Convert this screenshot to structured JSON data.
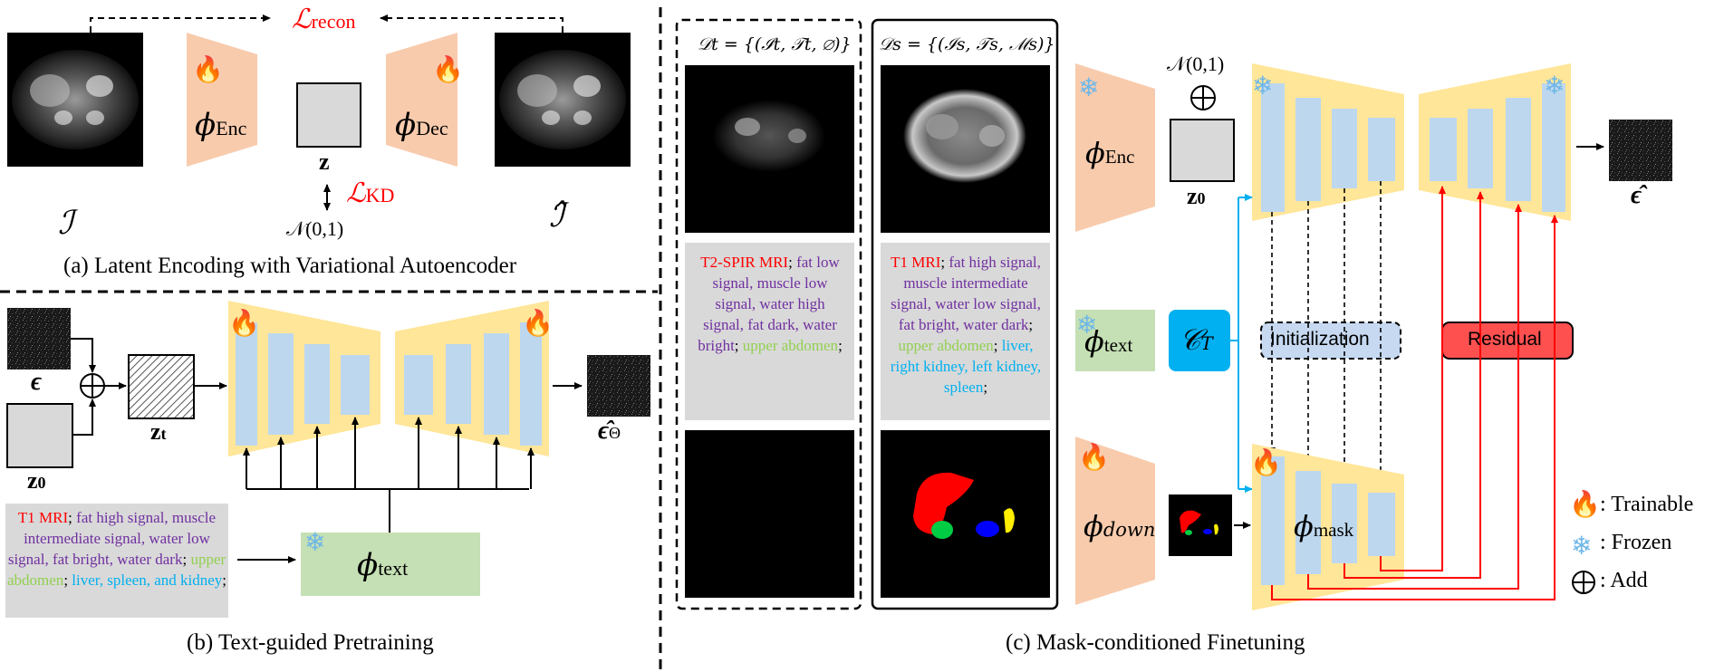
{
  "panel_a": {
    "caption": "(a) Latent Encoding with Variational Autoencoder",
    "loss_recon": "ℒrecon",
    "loss_recon_main": "ℒ",
    "loss_recon_sub": "recon",
    "loss_kd_main": "ℒ",
    "loss_kd_sub": "KD",
    "enc_main": "ϕ",
    "enc_sub": "Enc",
    "dec_main": "ϕ",
    "dec_sub": "Dec",
    "latent": "z",
    "normal": "𝒩(0,1)",
    "input": "ℐ",
    "recon": "ℐ̂"
  },
  "panel_b": {
    "caption": "(b) Text-guided Pretraining",
    "noise": "ϵ",
    "z0_main": "z",
    "z0_sub": "0",
    "zt_main": "z",
    "zt_sub": "t",
    "output_main": "ϵ̂",
    "output_sub": "Θ",
    "text_enc_main": "ϕ",
    "text_enc_sub": "text",
    "prompt": {
      "modality": "T1 MRI",
      "sep": ";",
      "attrs": " fat high signal, muscle intermediate signal, water low signal, fat bright, water dark",
      "region": " upper abdomen",
      "organs": "liver, spleen, and kidney"
    }
  },
  "panel_c": {
    "caption": "(c) Mask-conditioned Finetuning",
    "dt_title": "𝒟t = {(ℐt, 𝒯t, ∅)}",
    "ds_title": "𝒟s = {(ℐs, 𝒯s, ℳs)}",
    "prompt_t": {
      "modality": "T2-SPIR MRI",
      "sep": ";",
      "attrs": " fat low signal, muscle low signal, water high signal, fat dark, water bright",
      "region": " upper abdomen"
    },
    "prompt_s": {
      "modality": "T1 MRI",
      "sep": ";",
      "attrs": " fat high signal, muscle intermediate signal, water low signal, fat bright, water dark",
      "region": " upper abdomen",
      "organs": " liver, right kidney, left kidney, spleen"
    },
    "enc_main": "ϕ",
    "enc_sub": "Enc",
    "normal": "𝒩(0,1)",
    "add_symbol": "⊕",
    "z0_main": "z",
    "z0_sub": "0",
    "text_enc_main": "ϕ",
    "text_enc_sub": "text",
    "ct_main": "𝒞",
    "ct_sub": "T",
    "initialization": "Initialization",
    "residual": "Residual",
    "down_main": "ϕ",
    "down_sub": "down",
    "mask_main": "ϕ",
    "mask_sub": "mask",
    "output": "ϵ̂"
  },
  "legend": {
    "trainable": ": Trainable",
    "frozen": ": Frozen",
    "add": ": Add"
  },
  "colors": {
    "encoder": "#f8cbad",
    "unet": "#ffe699",
    "block": "#bdd7ee",
    "text_encoder": "#c5e0b4",
    "condition": "#00b0f0",
    "residual": "#ff5050",
    "initialization": "#c6d9f1",
    "arrow_red": "#ff0000",
    "arrow_blue": "#00b0f0"
  }
}
